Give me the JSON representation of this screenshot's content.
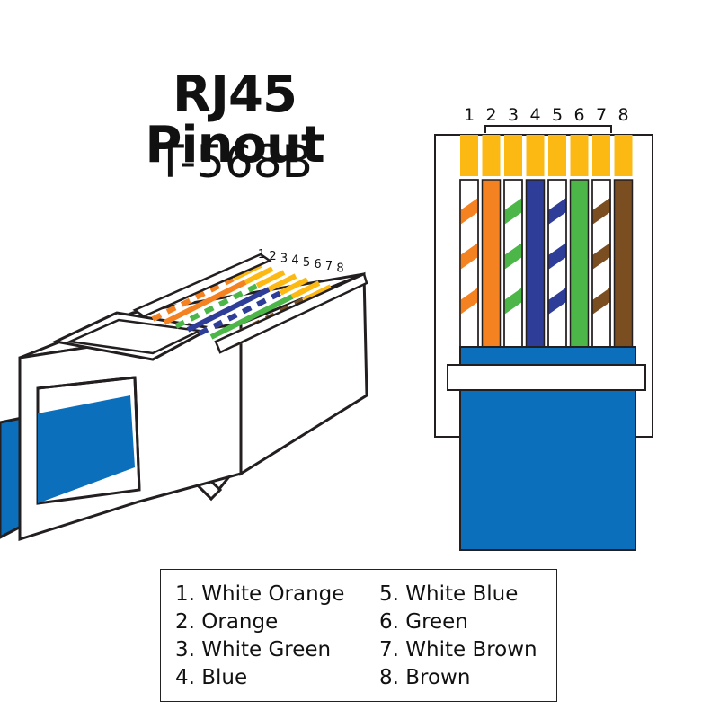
{
  "title": "RJ45 Pinout",
  "subtitle": "T-568B",
  "pin_numbers": [
    "1",
    "2",
    "3",
    "4",
    "5",
    "6",
    "7",
    "8"
  ],
  "pins": [
    {
      "label": "1. White Orange",
      "color": "#f58220",
      "striped": true
    },
    {
      "label": "2. Orange",
      "color": "#f58220",
      "striped": false
    },
    {
      "label": "3. White Green",
      "color": "#4cb748",
      "striped": true
    },
    {
      "label": "4. Blue",
      "color": "#2e3d98",
      "striped": false
    },
    {
      "label": "5. White Blue",
      "color": "#2e3d98",
      "striped": true
    },
    {
      "label": "6. Green",
      "color": "#4cb748",
      "striped": false
    },
    {
      "label": "7. White Brown",
      "color": "#7a4e21",
      "striped": true
    },
    {
      "label": "8. Brown",
      "color": "#7a4e21",
      "striped": false
    }
  ],
  "colors": {
    "contact_gold": "#fdb913",
    "cable_blue": "#0b6fbc",
    "outline": "#231f20"
  }
}
